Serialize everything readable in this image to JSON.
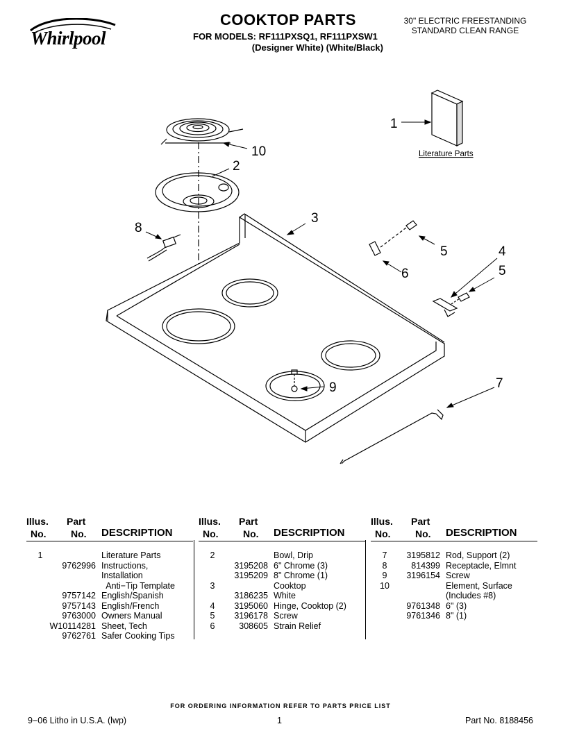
{
  "header": {
    "brand": "Whirlpool",
    "title": "COOKTOP PARTS",
    "models_line": "FOR MODELS: RF111PXSQ1, RF111PXSW1",
    "colors_line": "(Designer White) (White/Black)",
    "range_line1": "30\" ELECTRIC FREESTANDING",
    "range_line2": "STANDARD CLEAN RANGE"
  },
  "diagram": {
    "literature_label": "Literature Parts",
    "callouts": {
      "c1": "1",
      "c2": "2",
      "c3": "3",
      "c4": "4",
      "c5a": "5",
      "c5b": "5",
      "c6": "6",
      "c7": "7",
      "c8": "8",
      "c9": "9",
      "c10": "10"
    }
  },
  "table": {
    "headers": {
      "illus_1": "Illus.",
      "illus_2": "No.",
      "part_1": "Part",
      "part_2": "No.",
      "description": "DESCRIPTION"
    },
    "columns": [
      [
        {
          "illus": "1",
          "part": "",
          "desc": "Literature Parts"
        },
        {
          "illus": "",
          "part": "9762996",
          "desc": "Instructions,"
        },
        {
          "illus": "",
          "part": "",
          "desc": "Installation"
        },
        {
          "illus": "",
          "part": "",
          "desc": "  Anti−Tip Template"
        },
        {
          "illus": "",
          "part": "9757142",
          "desc": "English/Spanish"
        },
        {
          "illus": "",
          "part": "9757143",
          "desc": "English/French"
        },
        {
          "illus": "",
          "part": "9763000",
          "desc": "Owners Manual"
        },
        {
          "illus": "",
          "part": "W10114281",
          "desc": "Sheet, Tech"
        },
        {
          "illus": "",
          "part": "9762761",
          "desc": "Safer Cooking Tips"
        }
      ],
      [
        {
          "illus": "2",
          "part": "",
          "desc": "Bowl, Drip"
        },
        {
          "illus": "",
          "part": "3195208",
          "desc": "6\" Chrome (3)"
        },
        {
          "illus": "",
          "part": "3195209",
          "desc": "8\" Chrome (1)"
        },
        {
          "illus": "3",
          "part": "",
          "desc": "Cooktop"
        },
        {
          "illus": "",
          "part": "3186235",
          "desc": "White"
        },
        {
          "illus": "4",
          "part": "3195060",
          "desc": "Hinge, Cooktop (2)"
        },
        {
          "illus": "5",
          "part": "3196178",
          "desc": "Screw"
        },
        {
          "illus": "6",
          "part": "308605",
          "desc": "Strain Relief"
        }
      ],
      [
        {
          "illus": "7",
          "part": "3195812",
          "desc": "Rod, Support (2)"
        },
        {
          "illus": "8",
          "part": "814399",
          "desc": "Receptacle, Elmnt"
        },
        {
          "illus": "9",
          "part": "3196154",
          "desc": "Screw"
        },
        {
          "illus": "10",
          "part": "",
          "desc": "Element, Surface"
        },
        {
          "illus": "",
          "part": "",
          "desc": "(Includes #8)"
        },
        {
          "illus": "",
          "part": "9761348",
          "desc": "6\" (3)"
        },
        {
          "illus": "",
          "part": "9761346",
          "desc": "8\" (1)"
        }
      ]
    ]
  },
  "footer": {
    "ordering_note": "FOR ORDERING INFORMATION REFER TO PARTS PRICE LIST",
    "litho": "9−06 Litho in U.S.A. (lwp)",
    "page_number": "1",
    "part_number": "Part No. 8188456"
  }
}
